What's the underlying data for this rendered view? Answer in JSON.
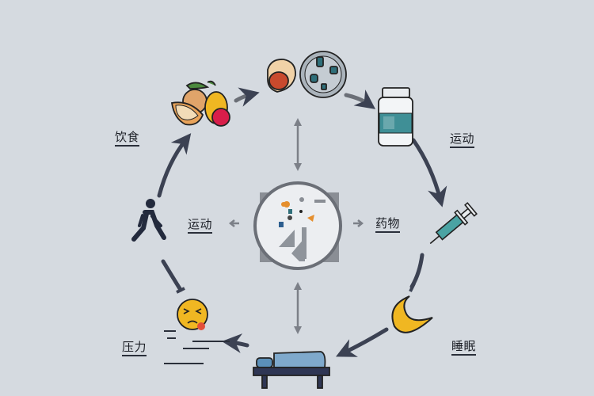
{
  "diagram": {
    "title": "",
    "background": "#d5dae0",
    "center": {
      "name": "health-balance-hub",
      "icon": "hub-circle-icon"
    },
    "labels": {
      "diet": "饮食",
      "exercise_right": "运动",
      "exercise_left": "运动",
      "medication": "药物",
      "sleep": "睡眠",
      "stress": "压力"
    },
    "nodes": [
      {
        "id": "fruits",
        "icon": "fruits-icon"
      },
      {
        "id": "meat-and-dish",
        "icon": "meat-dish-icon"
      },
      {
        "id": "pill-bottle",
        "icon": "pill-bottle-icon"
      },
      {
        "id": "syringe",
        "icon": "syringe-icon"
      },
      {
        "id": "moon",
        "icon": "moon-icon"
      },
      {
        "id": "bed",
        "icon": "bed-icon"
      },
      {
        "id": "stressed-face",
        "icon": "stressed-face-icon"
      },
      {
        "id": "runner",
        "icon": "runner-icon"
      }
    ],
    "colors": {
      "arrow_outer": "#3c4253",
      "arrow_inner": "#7c8088",
      "accent_yellow": "#f0b722",
      "accent_teal": "#3f8f96",
      "accent_blue": "#5b8fb8"
    }
  }
}
